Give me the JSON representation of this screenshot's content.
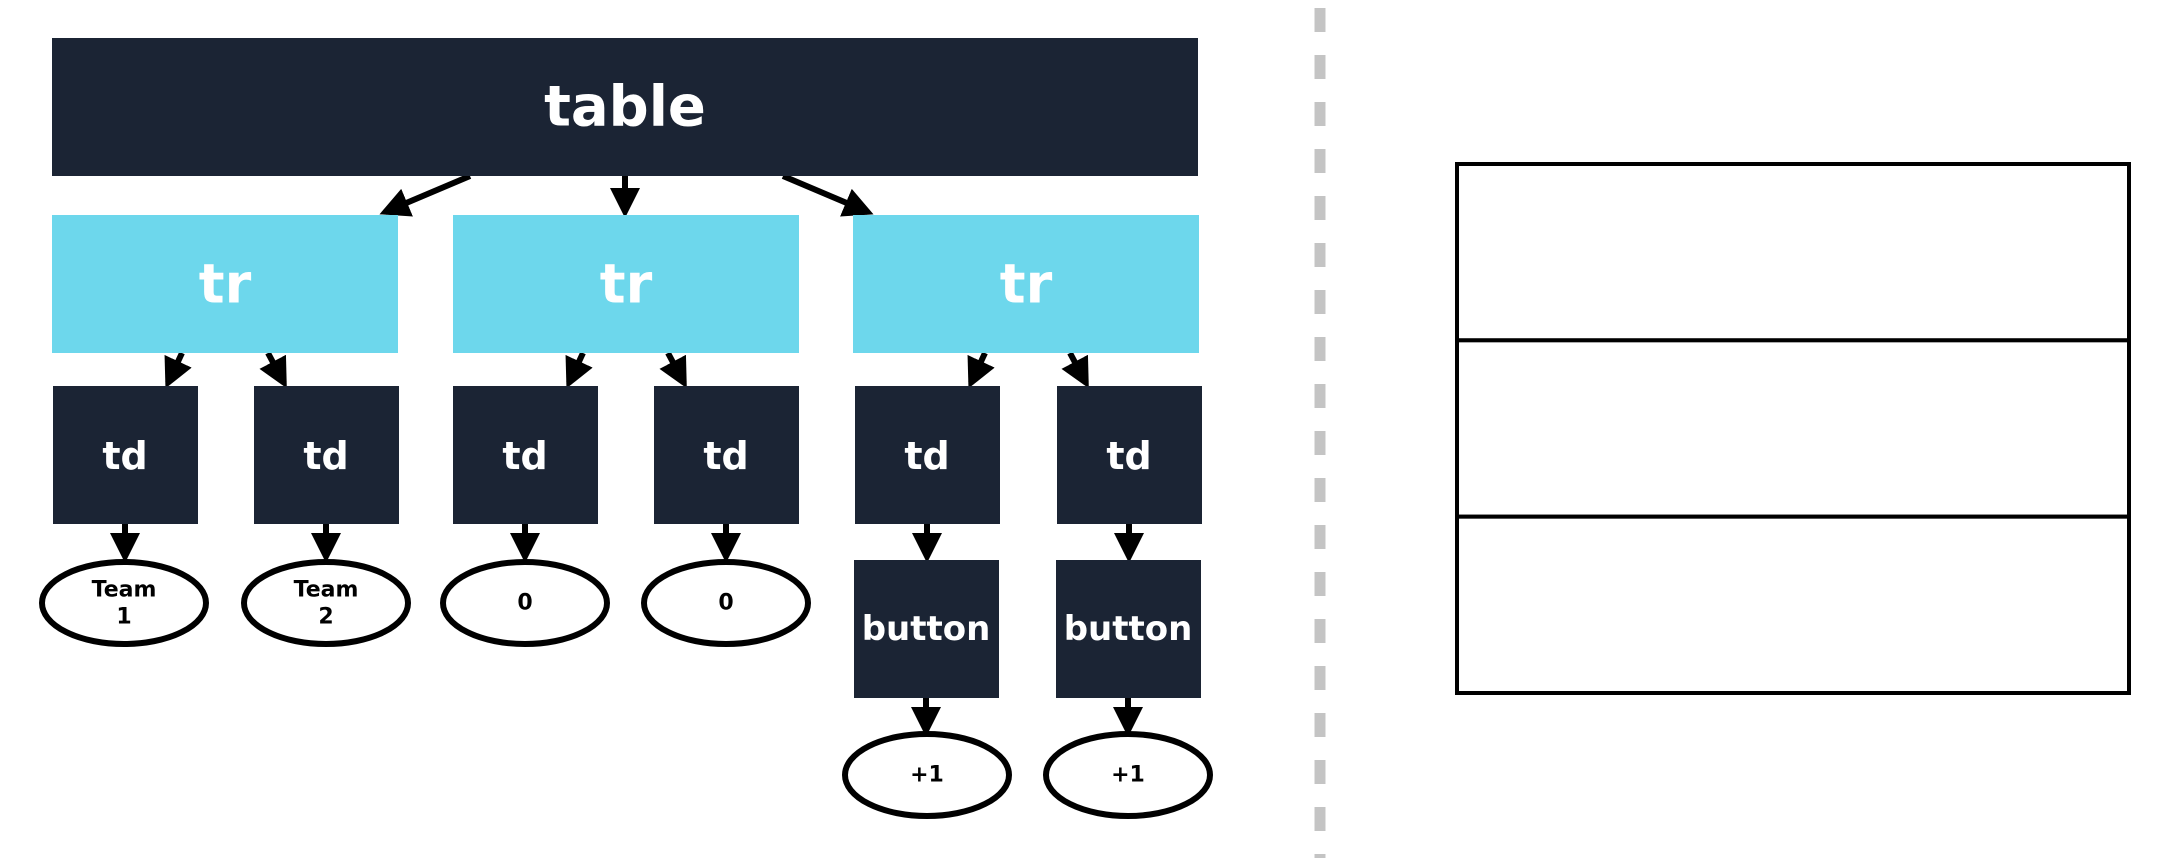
{
  "tree": {
    "root": {
      "label": "table"
    },
    "rows": [
      {
        "label": "tr"
      },
      {
        "label": "tr"
      },
      {
        "label": "tr"
      }
    ],
    "cells": [
      {
        "label": "td",
        "child": {
          "kind": "text",
          "lines": [
            "Team",
            "1"
          ]
        }
      },
      {
        "label": "td",
        "child": {
          "kind": "text",
          "lines": [
            "Team",
            "2"
          ]
        }
      },
      {
        "label": "td",
        "child": {
          "kind": "text",
          "lines": [
            "0"
          ]
        }
      },
      {
        "label": "td",
        "child": {
          "kind": "text",
          "lines": [
            "0"
          ]
        }
      },
      {
        "label": "td",
        "child": {
          "kind": "element",
          "label": "button",
          "grandchild": {
            "lines": [
              "+1"
            ]
          }
        }
      },
      {
        "label": "td",
        "child": {
          "kind": "element",
          "label": "button",
          "grandchild": {
            "lines": [
              "+1"
            ]
          }
        }
      }
    ]
  },
  "preview": {
    "row_count": 3
  },
  "colors": {
    "element_fill": "#1b2434",
    "row_fill": "#6dd7ec",
    "label_text": "#ffffff",
    "text_node_text": "#000000",
    "edge": "#000000",
    "divider": "#c4c4c4",
    "table_border": "#000000"
  }
}
